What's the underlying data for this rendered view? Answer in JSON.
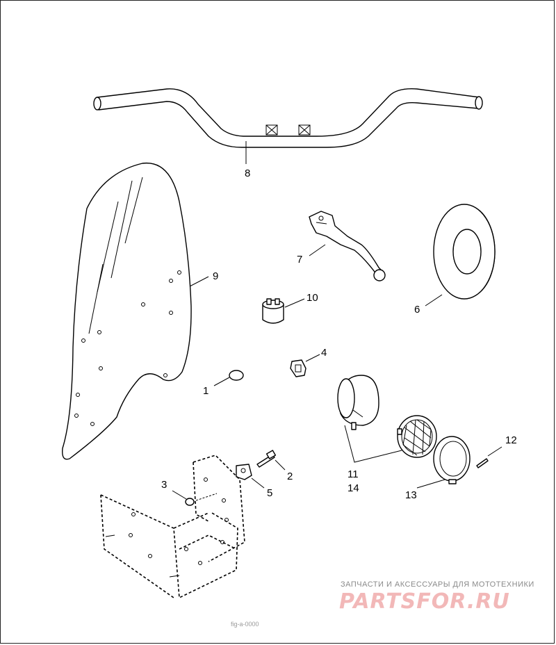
{
  "diagram": {
    "callouts": {
      "c1": "1",
      "c2": "2",
      "c3": "3",
      "c4": "4",
      "c5": "5",
      "c6": "6",
      "c7": "7",
      "c8": "8",
      "c9": "9",
      "c10": "10",
      "c11": "11",
      "c12": "12",
      "c13": "13",
      "c14": "14"
    },
    "caption": "fig-a-0000"
  },
  "watermark": {
    "tagline": "ЗАПЧАСТИ И АКСЕССУАРЫ ДЛЯ МОТОТЕХНИКИ",
    "logo": "PARTSFOR.RU",
    "logo_color": "#f2b8b8"
  }
}
